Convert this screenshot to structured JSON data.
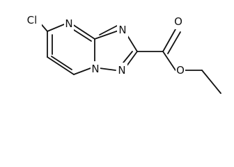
{
  "molecule": {
    "atoms": [
      {
        "id": "cl",
        "label": "Cl"
      },
      {
        "id": "n_pyr",
        "label": "N"
      },
      {
        "id": "n_tri_top",
        "label": "N"
      },
      {
        "id": "n_bridge",
        "label": "N"
      },
      {
        "id": "n_tri_bottom",
        "label": "N"
      },
      {
        "id": "o_carbonyl",
        "label": "O"
      },
      {
        "id": "o_ester",
        "label": "O"
      }
    ]
  },
  "colors": {
    "bond": "#111111",
    "text": "#111111",
    "background": "#ffffff"
  }
}
